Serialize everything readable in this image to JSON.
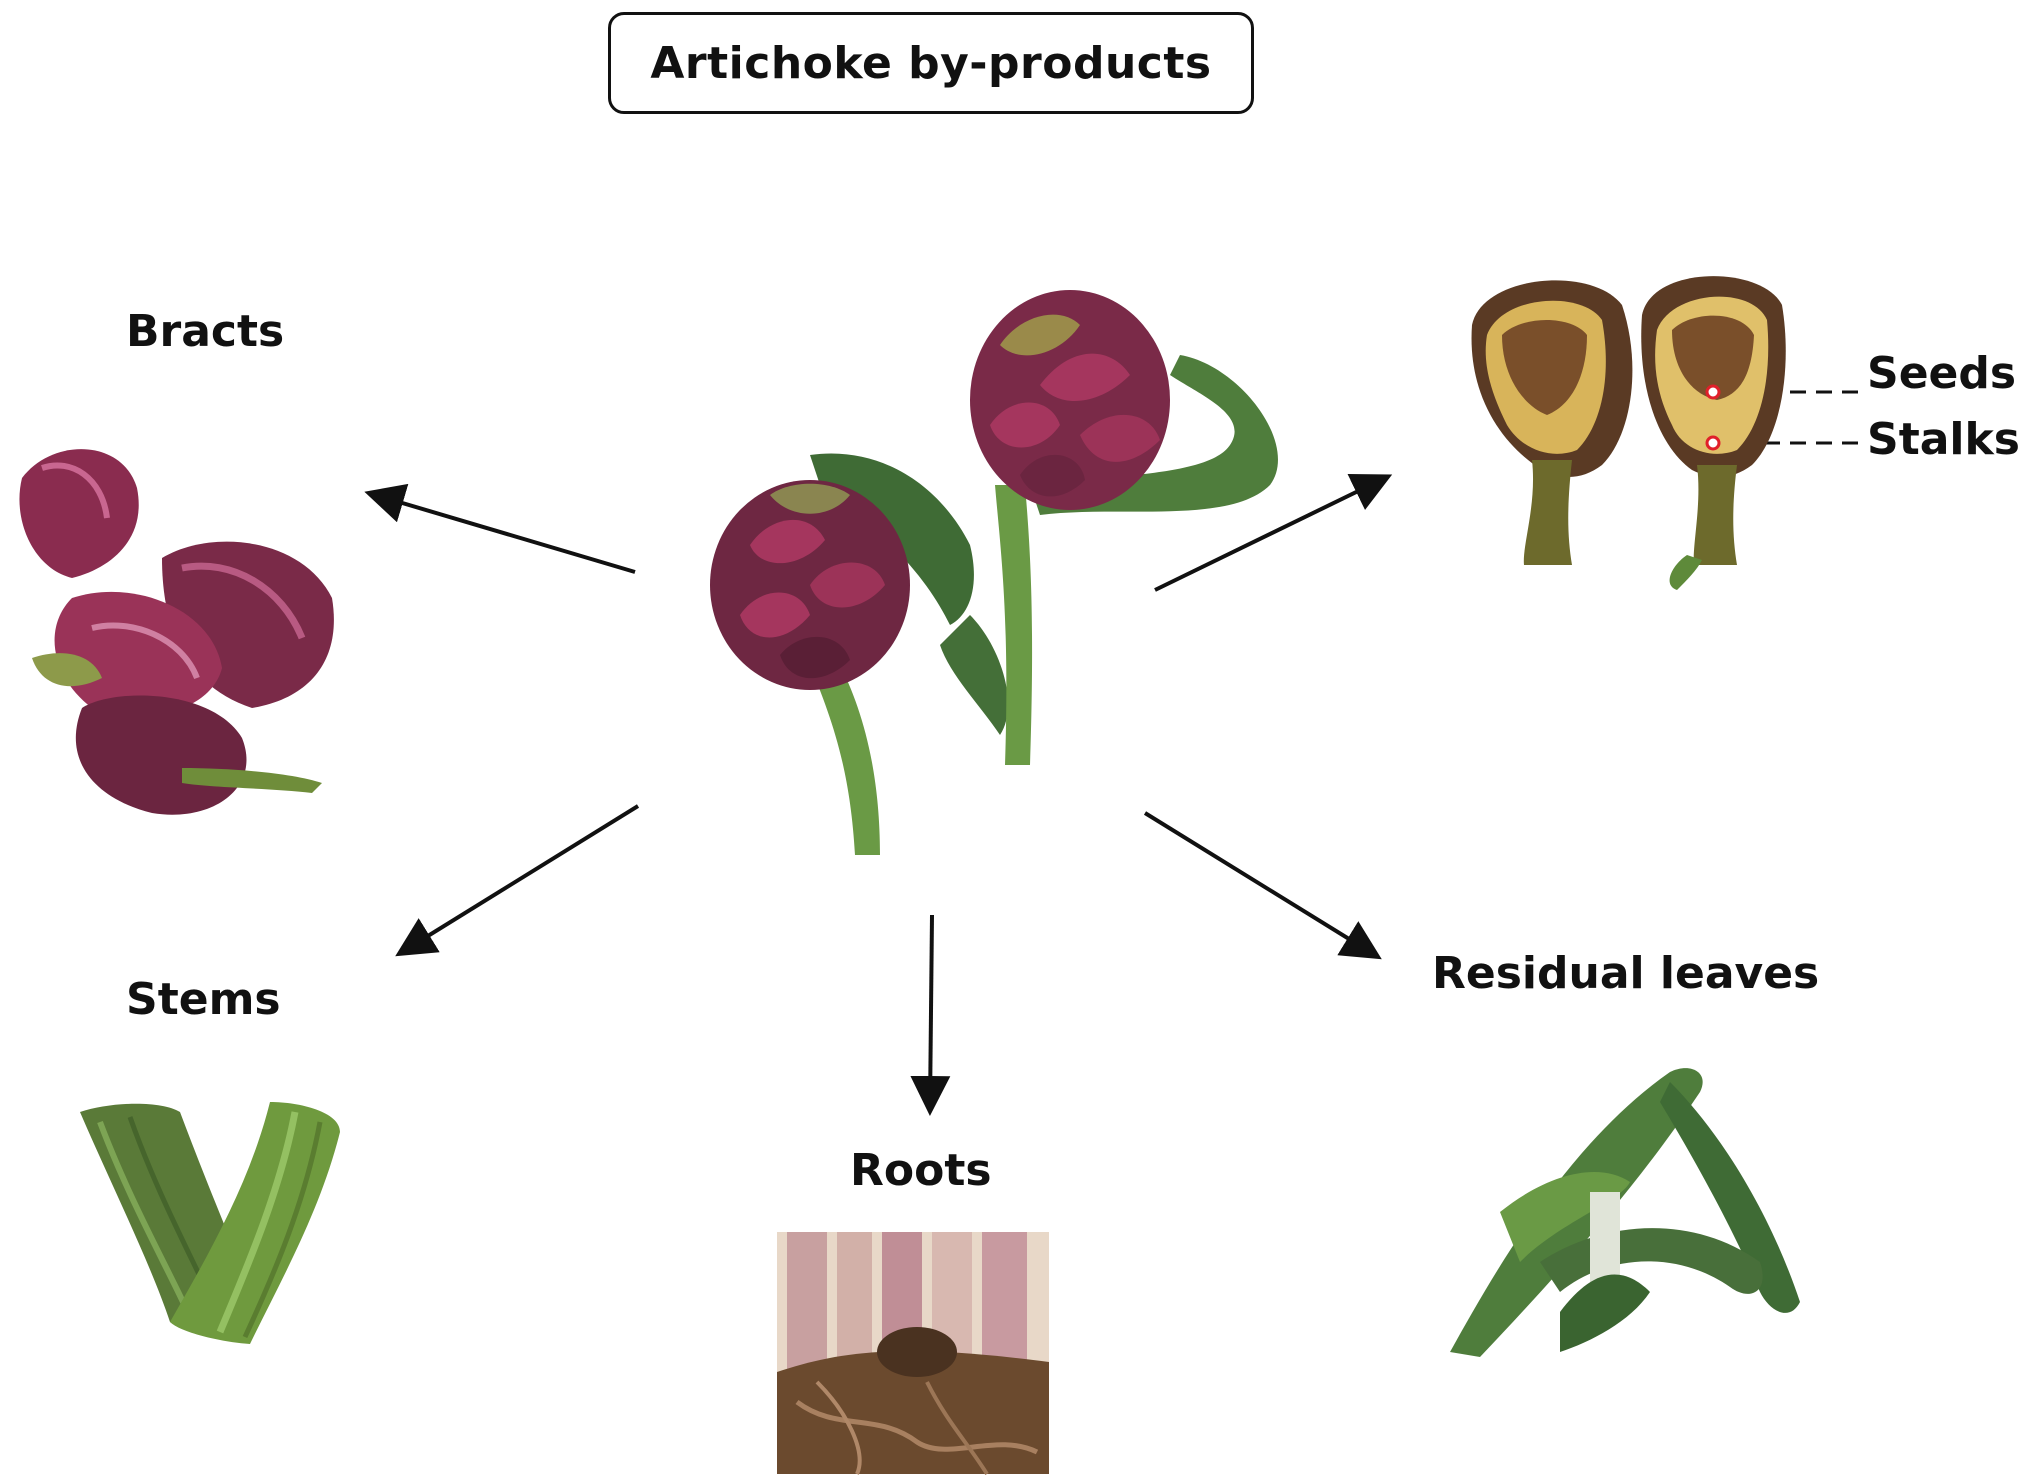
{
  "title": "Artichoke by-products",
  "labels": {
    "bracts": "Bracts",
    "seeds": "Seeds",
    "stalks": "Stalks",
    "stems": "Stems",
    "roots": "Roots",
    "residual_leaves": "Residual leaves"
  },
  "colors": {
    "bract_purple": "#7a2a48",
    "bract_pink": "#b0406a",
    "stem_green": "#5d8a3a",
    "leaf_green": "#3f6b35",
    "cut_interior": "#d8b45a",
    "roots_soil": "#6b4a2e",
    "marker_red": "#e0202a"
  }
}
